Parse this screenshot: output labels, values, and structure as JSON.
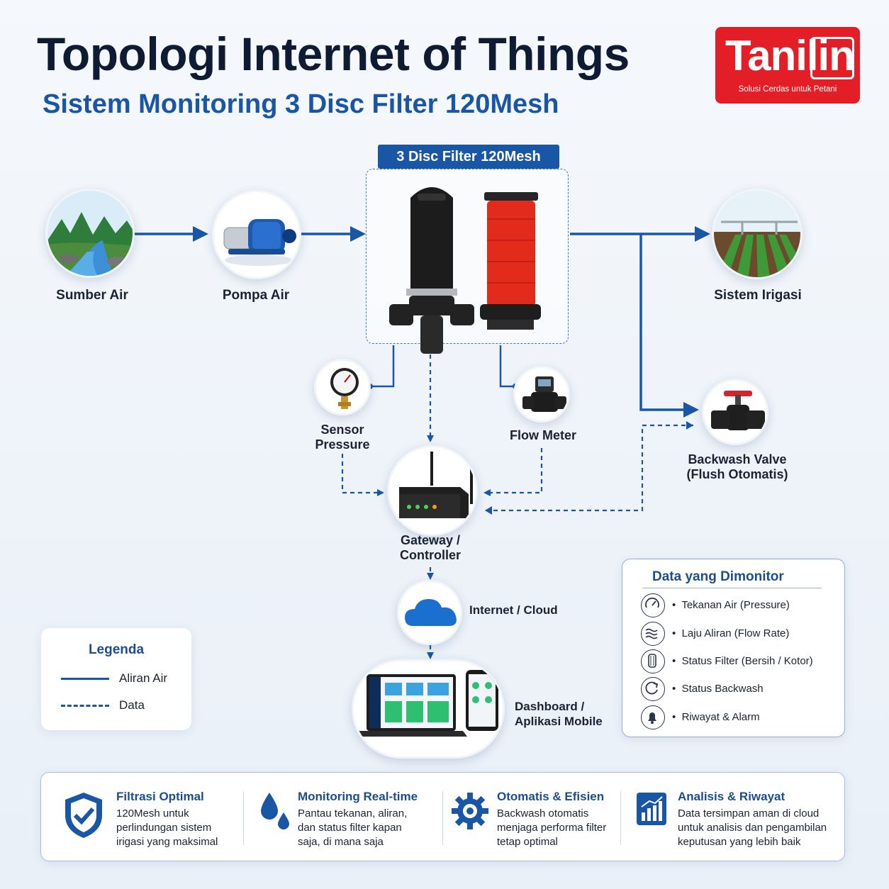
{
  "header": {
    "title": "Topologi Internet of Things",
    "subtitle": "Sistem Monitoring 3 Disc Filter 120Mesh"
  },
  "logo": {
    "word": "Tanilin",
    "tagline": "Solusi Cerdas untuk Petani",
    "color": "#e41e26"
  },
  "nodes": {
    "sumber_air": "Sumber Air",
    "pompa_air": "Pompa Air",
    "filter_title": "3 Disc Filter 120Mesh",
    "sistem_irigasi": "Sistem Irigasi",
    "sensor_pressure_line1": "Sensor",
    "sensor_pressure_line2": "Pressure",
    "flow_meter": "Flow Meter",
    "backwash_line1": "Backwash Valve",
    "backwash_line2": "(Flush Otomatis)",
    "gateway_line1": "Gateway /",
    "gateway_line2": "Controller",
    "cloud": "Internet / Cloud",
    "dashboard_line1": "Dashboard /",
    "dashboard_line2": "Aplikasi Mobile"
  },
  "legend": {
    "title": "Legenda",
    "water": "Aliran Air",
    "data": "Data"
  },
  "monitored": {
    "title": "Data yang Dimonitor",
    "items": [
      {
        "label": "Tekanan Air (Pressure)",
        "icon": "gauge-icon"
      },
      {
        "label": "Laju Aliran (Flow Rate)",
        "icon": "waves-icon"
      },
      {
        "label": "Status Filter (Bersih / Kotor)",
        "icon": "filter-icon"
      },
      {
        "label": "Status Backwash",
        "icon": "refresh-icon"
      },
      {
        "label": "Riwayat & Alarm",
        "icon": "bell-icon"
      }
    ]
  },
  "benefits": [
    {
      "title": "Filtrasi Optimal",
      "lines": [
        "120Mesh untuk",
        "perlindungan sistem",
        "irigasi yang maksimal"
      ],
      "icon": "shield-check-icon"
    },
    {
      "title": "Monitoring Real-time",
      "lines": [
        "Pantau tekanan, aliran,",
        "dan status filter kapan",
        "saja, di mana saja"
      ],
      "icon": "water-drops-icon"
    },
    {
      "title": "Otomatis & Efisien",
      "lines": [
        "Backwash otomatis",
        "menjaga performa filter",
        "tetap optimal"
      ],
      "icon": "gear-icon"
    },
    {
      "title": "Analisis & Riwayat",
      "lines": [
        "Data tersimpan aman di cloud",
        "untuk analisis dan pengambilan",
        "keputusan yang lebih baik"
      ],
      "icon": "chart-icon"
    }
  ],
  "colors": {
    "primary_blue": "#1a56a6",
    "dark_navy": "#0f1a33",
    "brand_red": "#e41e26"
  }
}
